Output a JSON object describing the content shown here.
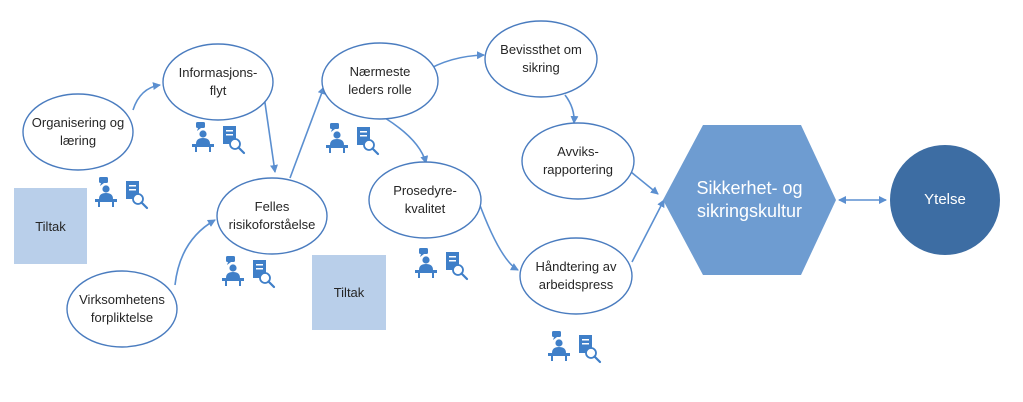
{
  "colors": {
    "node_stroke": "#4a7cbf",
    "node_fill": "#ffffff",
    "arrow": "#5b8fd0",
    "hexagon_fill": "#6e9cd1",
    "circle_fill": "#3d6da3",
    "tiltak_fill": "#b9cfea",
    "icon": "#3f7fc8"
  },
  "nodes": {
    "organisering": "Organisering og\nlæring",
    "informasjonsflyt": "Informasjons-\nflyt",
    "felles": "Felles\nrisikoforståelse",
    "virksomhetens": "Virksomhetens\nforpliktelse",
    "naermeste": "Nærmeste\nleders rolle",
    "bevissthet": "Bevissthet om\nsikring",
    "prosedyre": "Prosedyre-\nkvalitet",
    "avviks": "Avviks-\nrapportering",
    "handtering": "Håndtering av\narbeidspress"
  },
  "culture": "Sikkerhet- og\nsikringskultur",
  "performance": "Ytelse",
  "tiltak": [
    "Tiltak",
    "Tiltak"
  ],
  "icons": [
    {
      "person": "person-meeting-icon",
      "document": "document-search-icon"
    }
  ]
}
